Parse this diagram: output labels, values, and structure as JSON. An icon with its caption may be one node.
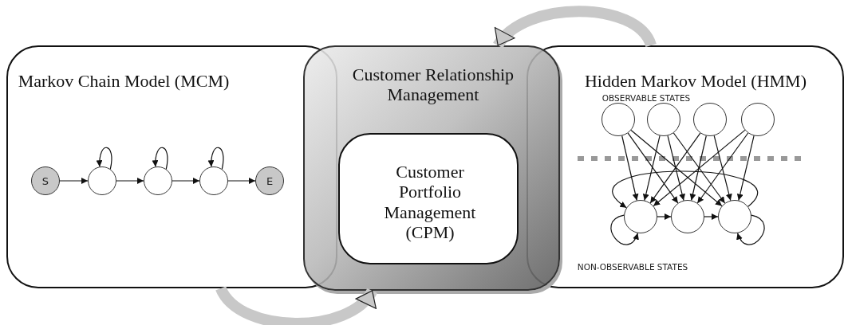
{
  "diagram": {
    "nodes": [
      {
        "text": [
          "Markov Chain Model (MCM)"
        ]
      },
      {
        "text": [
          "S"
        ],
        "in": 0
      },
      {
        "text": [],
        "shape": "circle",
        "in": 0
      },
      {
        "text": [],
        "shape": "circle",
        "in": 0
      },
      {
        "text": [],
        "shape": "circle",
        "in": 0
      },
      {
        "text": [
          "E"
        ],
        "in": 0
      },
      {
        "text": [
          "Customer Relationship Management"
        ]
      },
      {
        "text": [
          "Customer Portfolio Management (CPM)"
        ],
        "in": 6
      },
      {
        "text": [
          "Hidden Markov Model (HMM)"
        ]
      },
      {
        "text": [],
        "shape": "circle",
        "in": 8
      },
      {
        "text": [],
        "shape": "circle",
        "in": 8
      },
      {
        "text": [],
        "shape": "circle",
        "in": 8
      },
      {
        "text": [],
        "shape": "circle",
        "in": 8
      },
      {
        "text": [],
        "shape": "circle",
        "in": 8
      },
      {
        "text": [],
        "shape": "circle",
        "in": 8
      },
      {
        "text": [],
        "shape": "circle",
        "in": 8
      }
    ],
    "edges": [
      {
        "from": 1,
        "to": 2,
        "arrow": "to"
      },
      {
        "from": 2,
        "to": 2,
        "arrow": "to"
      },
      {
        "from": 2,
        "to": 3,
        "arrow": "to"
      },
      {
        "from": 3,
        "to": 3,
        "arrow": "to"
      },
      {
        "from": 3,
        "to": 4,
        "arrow": "to"
      },
      {
        "from": 4,
        "to": 4,
        "arrow": "to"
      },
      {
        "from": 4,
        "to": 5,
        "arrow": "to"
      },
      {
        "from": 9,
        "to": 13,
        "arrow": "to"
      },
      {
        "from": 9,
        "to": 14,
        "arrow": "to"
      },
      {
        "from": 9,
        "to": 15,
        "arrow": "to"
      },
      {
        "from": 10,
        "to": 13,
        "arrow": "to"
      },
      {
        "from": 10,
        "to": 14,
        "arrow": "to"
      },
      {
        "from": 10,
        "to": 15,
        "arrow": "to"
      },
      {
        "from": 11,
        "to": 13,
        "arrow": "to"
      },
      {
        "from": 11,
        "to": 14,
        "arrow": "to"
      },
      {
        "from": 11,
        "to": 15,
        "arrow": "to"
      },
      {
        "from": 12,
        "to": 13,
        "arrow": "to"
      },
      {
        "from": 12,
        "to": 14,
        "arrow": "to"
      },
      {
        "from": 12,
        "to": 15,
        "arrow": "to"
      },
      {
        "from": 13,
        "to": 14,
        "arrow": "to"
      },
      {
        "from": 14,
        "to": 15,
        "arrow": "to"
      },
      {
        "from": 15,
        "to": 13,
        "arrow": "to"
      },
      {
        "from": 13,
        "to": 13,
        "arrow": "to"
      },
      {
        "from": 15,
        "to": 15,
        "arrow": "to"
      },
      {
        "from": 8,
        "to": 6,
        "arrow": "to",
        "style": "thick",
        "color": "#c8c8c8"
      },
      {
        "from": 0,
        "to": 6,
        "arrow": "to",
        "style": "thick",
        "color": "#c8c8c8"
      }
    ],
    "labels": [
      "OBSERVABLE STATES",
      "NON-OBSERVABLE STATES"
    ]
  }
}
